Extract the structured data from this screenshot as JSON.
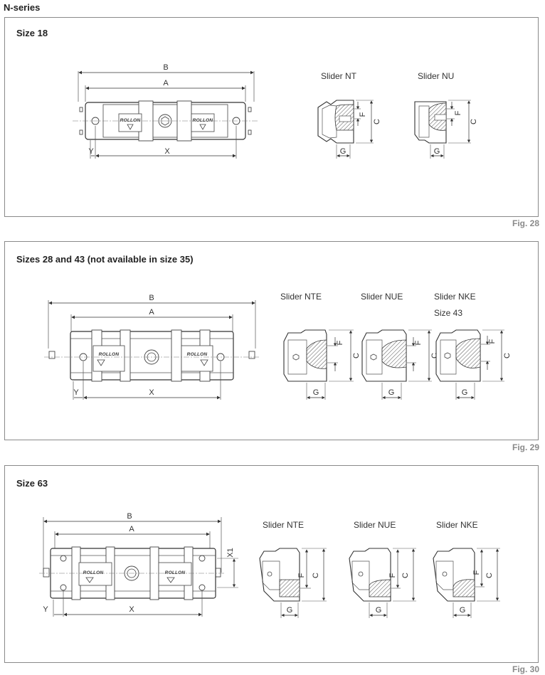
{
  "heading": "N-series",
  "logo_text": "ROLLON",
  "panels": [
    {
      "title": "Size 18",
      "fig": "Fig. 28",
      "dims": {
        "B": "B",
        "A": "A",
        "X": "X",
        "Y": "Y"
      },
      "sliders": [
        {
          "name": "Slider NT",
          "F": "F",
          "C": "C",
          "G": "G"
        },
        {
          "name": "Slider NU",
          "F": "F",
          "C": "C",
          "G": "G"
        }
      ]
    },
    {
      "title": "Sizes 28 and 43 (not available in size 35)",
      "fig": "Fig. 29",
      "dims": {
        "B": "B",
        "A": "A",
        "X": "X",
        "Y": "Y"
      },
      "sliders": [
        {
          "name": "Slider NTE",
          "F": "F",
          "C": "C",
          "G": "G"
        },
        {
          "name": "Slider NUE",
          "F": "F",
          "C": "C",
          "G": "G"
        },
        {
          "name": "Slider NKE",
          "note": "Size 43",
          "F": "F",
          "C": "C",
          "G": "G"
        }
      ]
    },
    {
      "title": "Size 63",
      "fig": "Fig. 30",
      "dims": {
        "B": "B",
        "A": "A",
        "X": "X",
        "Y": "Y",
        "X1": "X1"
      },
      "sliders": [
        {
          "name": "Slider NTE",
          "F": "F",
          "C": "C",
          "G": "G"
        },
        {
          "name": "Slider NUE",
          "F": "F",
          "C": "C",
          "G": "G"
        },
        {
          "name": "Slider NKE",
          "F": "F",
          "C": "C",
          "G": "G"
        }
      ]
    }
  ]
}
